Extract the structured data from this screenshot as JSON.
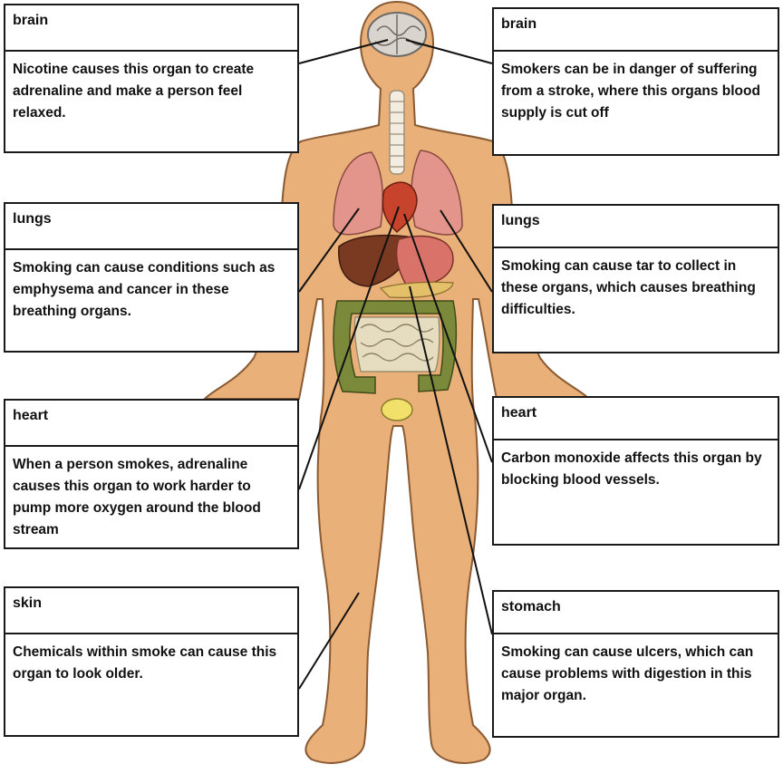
{
  "labels": {
    "brain_left": {
      "title": "brain",
      "description": "Nicotine causes this organ to create adrenaline and make a person feel relaxed."
    },
    "lungs_left": {
      "title": "lungs",
      "description": "Smoking can cause conditions such as emphysema and cancer in these breathing organs."
    },
    "heart_left": {
      "title": "heart",
      "description": "When a person smokes, adrenaline causes this organ to work harder to pump more oxygen around the blood stream"
    },
    "skin_left": {
      "title": "skin",
      "description": "Chemicals within smoke can cause this organ to look older."
    },
    "brain_right": {
      "title": "brain",
      "description": "Smokers can be in danger of suffering from a stroke, where this organs blood supply is cut off"
    },
    "lungs_right": {
      "title": "lungs",
      "description": "Smoking can cause tar to collect in these organs, which causes breathing difficulties."
    },
    "heart_right": {
      "title": "heart",
      "description": "Carbon monoxide affects this organ by blocking blood vessels."
    },
    "stomach_right": {
      "title": "stomach",
      "description": "Smoking can cause ulcers, which can cause problems with digestion in this major organ."
    }
  },
  "colors": {
    "skin": "#eab07a",
    "skin_outline": "#8a5a33",
    "lungs": "#e3958c",
    "heart": "#c8432c",
    "liver": "#7a3a22",
    "stomach": "#d9736a",
    "intestines": "#e6dcc0",
    "colon": "#7a8a3a",
    "bladder": "#f1e06a",
    "brain": "#d9d4ce",
    "line": "#111111"
  }
}
